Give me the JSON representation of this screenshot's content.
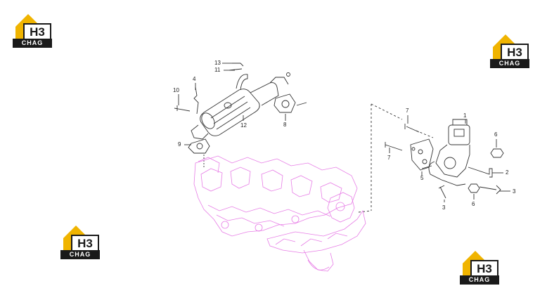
{
  "brand": {
    "logo_text": "CHAG",
    "logo_letters": "H3",
    "colors": {
      "accent": "#f0b400",
      "dark": "#1a1a1a"
    }
  },
  "diagram": {
    "line_color": "#333333",
    "pink_color": "#e77de6",
    "callouts": [
      {
        "id": "c13",
        "label": "13"
      },
      {
        "id": "c11",
        "label": "11"
      },
      {
        "id": "c4",
        "label": "4"
      },
      {
        "id": "c10",
        "label": "10"
      },
      {
        "id": "c12",
        "label": "12"
      },
      {
        "id": "c8",
        "label": "8"
      },
      {
        "id": "c9",
        "label": "9"
      },
      {
        "id": "c7a",
        "label": "7"
      },
      {
        "id": "c7b",
        "label": "7"
      },
      {
        "id": "c1",
        "label": "1"
      },
      {
        "id": "c6a",
        "label": "6"
      },
      {
        "id": "c5",
        "label": "5"
      },
      {
        "id": "c2",
        "label": "2"
      },
      {
        "id": "c3a",
        "label": "3"
      },
      {
        "id": "c3b",
        "label": "3"
      },
      {
        "id": "c6b",
        "label": "6"
      }
    ]
  }
}
